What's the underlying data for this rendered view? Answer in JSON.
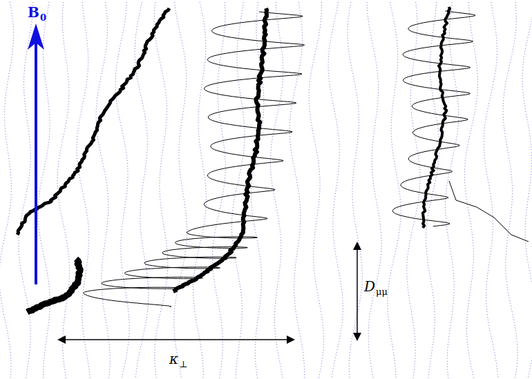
{
  "diagram": {
    "labels": [
      "B",
      "0",
      "D",
      "μμ",
      "κ",
      "⊥"
    ]
  }
}
